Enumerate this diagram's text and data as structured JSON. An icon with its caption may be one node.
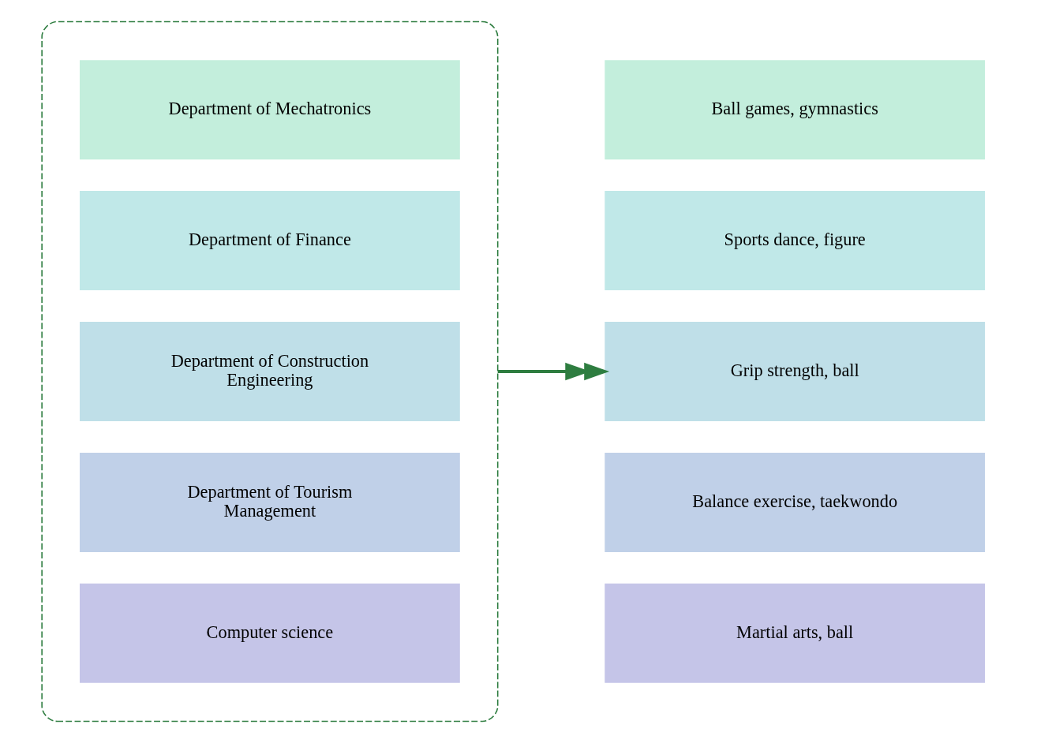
{
  "diagram": {
    "nodes": [
      {
        "text": [],
        "shape": "ellipse"
      },
      {
        "text": [
          "Department of Mechatronics"
        ],
        "in": 0
      },
      {
        "text": [
          "Department of Finance"
        ],
        "in": 0
      },
      {
        "text": [
          "Department of Construction Engineering"
        ],
        "in": 0
      },
      {
        "text": [
          "Department of Tourism Management"
        ],
        "in": 0
      },
      {
        "text": [
          "Computer science"
        ],
        "in": 0
      },
      {
        "text": [
          "Ball games, gymnastics"
        ]
      },
      {
        "text": [
          "Sports dance, figure"
        ]
      },
      {
        "text": [
          "Grip strength, ball"
        ]
      },
      {
        "text": [
          "Balance exercise, taekwondo"
        ]
      },
      {
        "text": [
          "Martial arts, ball"
        ]
      }
    ],
    "edges": [
      {
        "from": 0,
        "to": 8,
        "arrow": "to"
      }
    ]
  }
}
